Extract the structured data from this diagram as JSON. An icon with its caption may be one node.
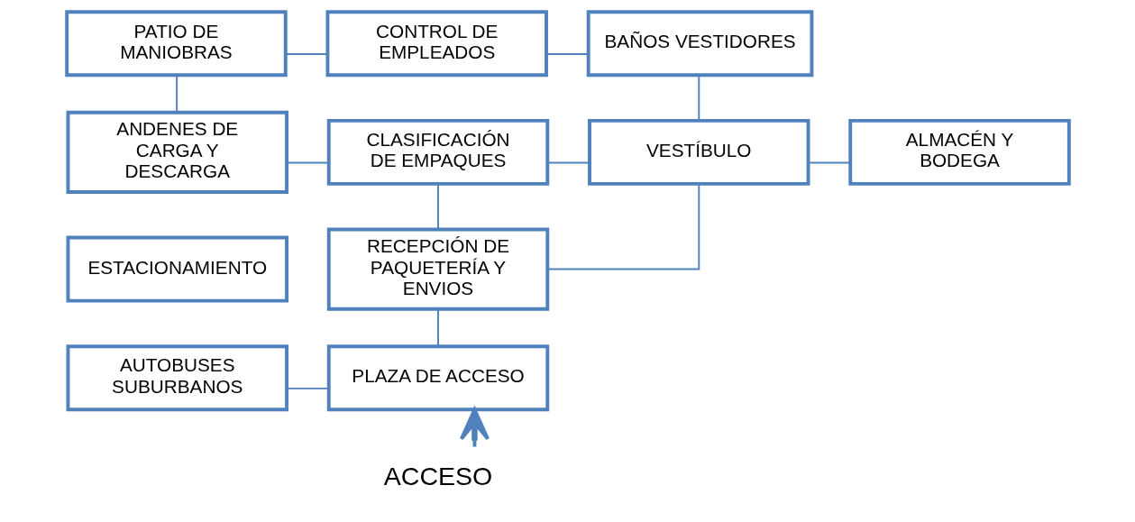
{
  "diagram": {
    "nodes": [
      {
        "text": [
          "PATIO DE MANIOBRAS"
        ]
      },
      {
        "text": [
          "CONTROL DE EMPLEADOS"
        ]
      },
      {
        "text": [
          "BAÑOS VESTIDORES"
        ]
      },
      {
        "text": [
          "ANDENES DE CARGA Y DESCARGA"
        ]
      },
      {
        "text": [
          "CLASIFICACIÓN DE EMPAQUES"
        ]
      },
      {
        "text": [
          "VESTÍBULO"
        ]
      },
      {
        "text": [
          "ALMACÉN Y BODEGA"
        ]
      },
      {
        "text": [
          "ESTACIONAMIENTO"
        ]
      },
      {
        "text": [
          "RECEPCIÓN DE PAQUETERÍA Y ENVIOS"
        ]
      },
      {
        "text": [
          "AUTOBUSES SUBURBANOS"
        ]
      },
      {
        "text": [
          "PLAZA DE ACCESO"
        ]
      },
      {
        "text": [
          "ACCESO"
        ]
      }
    ],
    "edges": [
      {
        "from": 0,
        "to": 1,
        "arrow": "none"
      },
      {
        "from": 1,
        "to": 2,
        "arrow": "none"
      },
      {
        "from": 0,
        "to": 3,
        "arrow": "none"
      },
      {
        "from": 3,
        "to": 4,
        "arrow": "none"
      },
      {
        "from": 4,
        "to": 5,
        "arrow": "none"
      },
      {
        "from": 2,
        "to": 5,
        "arrow": "none"
      },
      {
        "from": 5,
        "to": 6,
        "arrow": "none"
      },
      {
        "from": 4,
        "to": 8,
        "arrow": "none"
      },
      {
        "from": 5,
        "to": 8,
        "arrow": "none"
      },
      {
        "from": 8,
        "to": 10,
        "arrow": "none"
      },
      {
        "from": 9,
        "to": 10,
        "arrow": "none"
      },
      {
        "from": 11,
        "to": 10,
        "arrow": "to",
        "style": "thick"
      }
    ]
  }
}
